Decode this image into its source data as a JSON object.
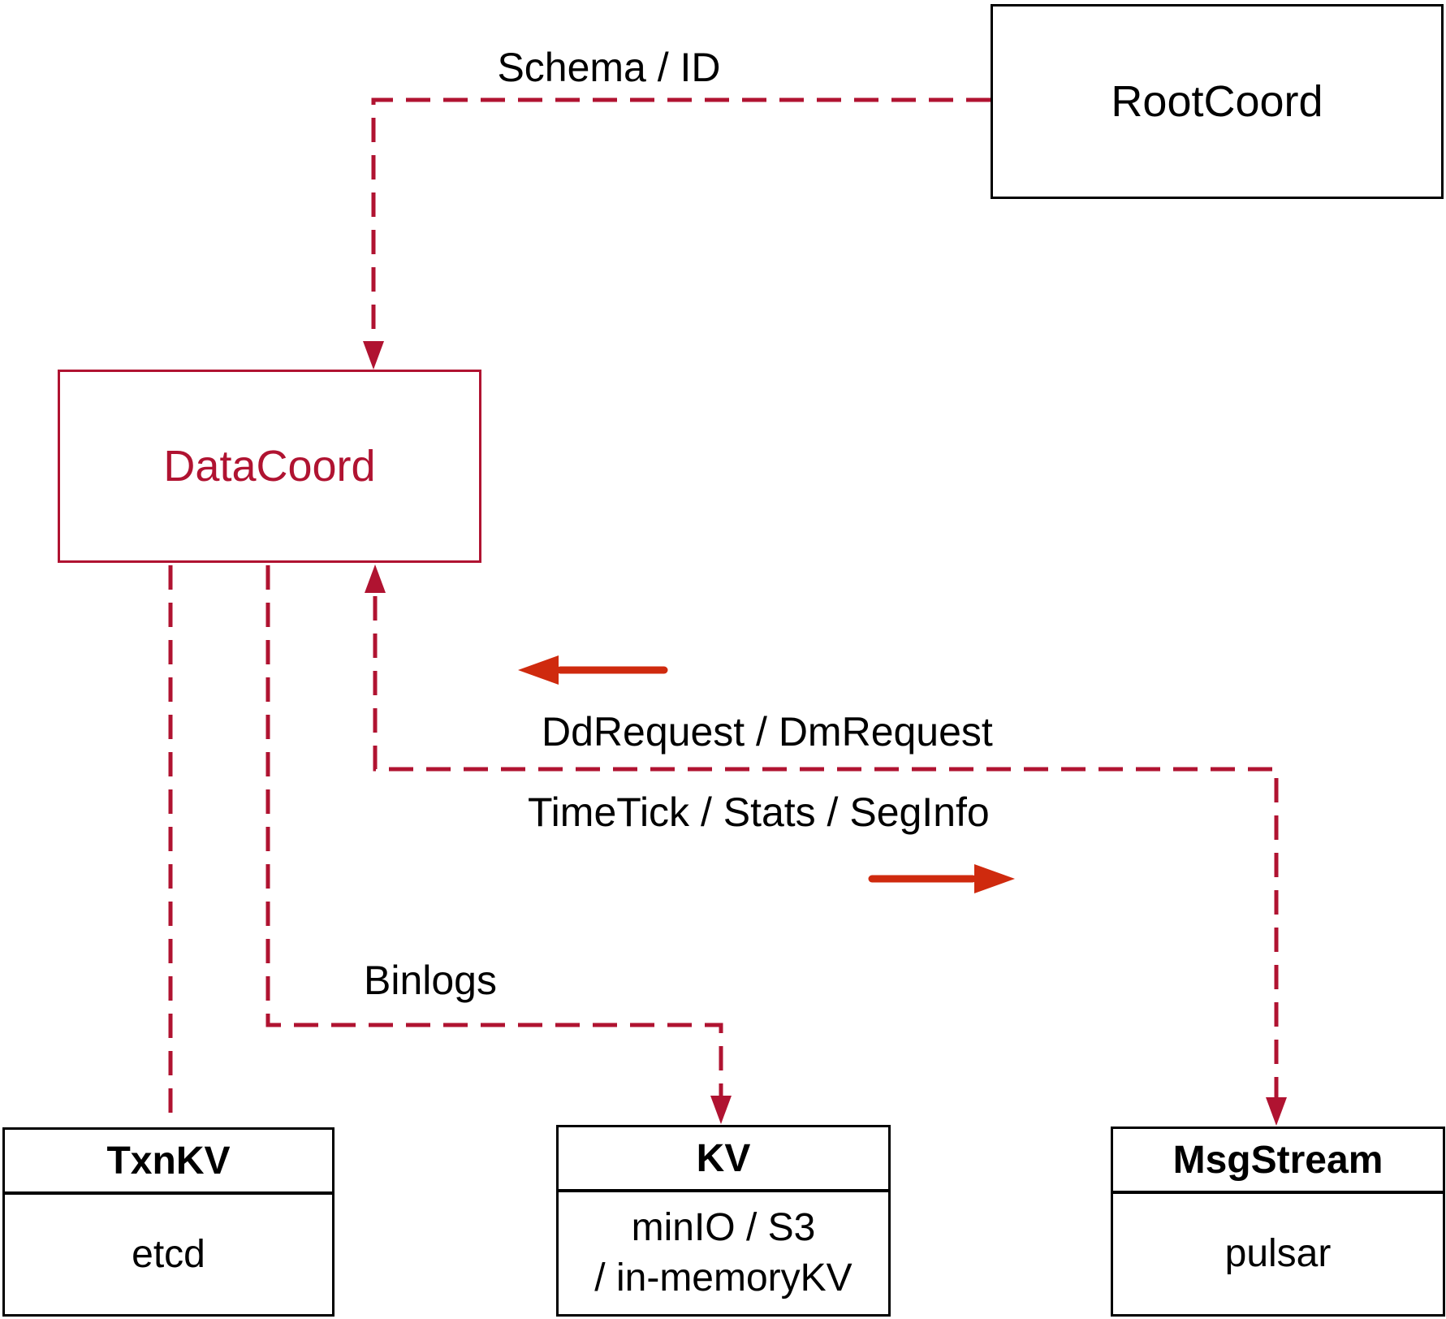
{
  "diagram": {
    "nodes": {
      "rootcoord": {
        "title": "RootCoord"
      },
      "datacoord": {
        "title": "DataCoord"
      },
      "txnkv": {
        "title": "TxnKV",
        "body": "etcd"
      },
      "kv": {
        "title": "KV",
        "body_line1": "minIO / S3",
        "body_line2": "/ in-memoryKV"
      },
      "msgstream": {
        "title": "MsgStream",
        "body": "pulsar"
      }
    },
    "edge_labels": {
      "schema_id": "Schema / ID",
      "dd_request": "DdRequest / DmRequest",
      "time_tick": "TimeTick / Stats / SegInfo",
      "binlogs": "Binlogs"
    },
    "colors": {
      "dashed_line": "#b01331",
      "solid_arrow": "#cf2a0e",
      "box_border_dark": "#000000",
      "datacoord_accent": "#b01331",
      "background": "#ffffff"
    }
  }
}
